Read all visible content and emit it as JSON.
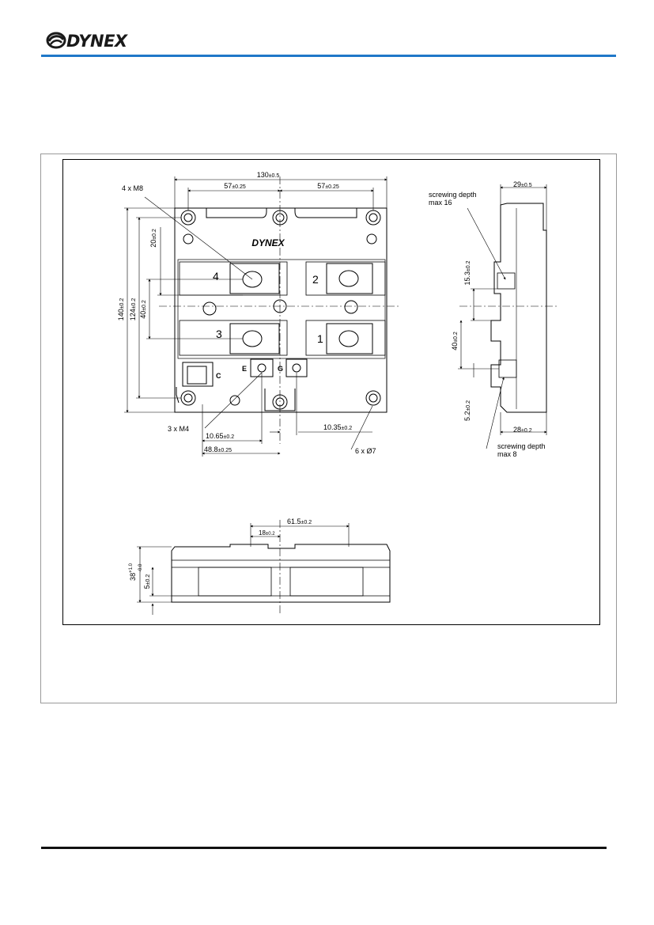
{
  "brand": {
    "name": "DYNEX",
    "accent": "#1f78c8"
  },
  "drawing": {
    "top_view": {
      "overall_width": "130",
      "overall_width_tol": "±0.5",
      "half_width_left": "57",
      "half_width_left_tol": "±0.25",
      "half_width_right": "57",
      "half_width_right_tol": "±0.25",
      "hole_label": "4 x M8",
      "height_140": "140",
      "height_140_tol": "±0.2",
      "height_124": "124",
      "height_124_tol": "±0.2",
      "dim_20": "20",
      "dim_20_tol": "±0.2",
      "dim_40": "40",
      "dim_40_tol": "±0.2",
      "terminal_1": "1",
      "terminal_2": "2",
      "terminal_3": "3",
      "terminal_4": "4",
      "aux_c": "C",
      "aux_e": "E",
      "aux_g": "G",
      "m4_label": "3 x M4",
      "dim_1065": "10.65",
      "dim_1065_tol": "±0.2",
      "dim_488": "48.8",
      "dim_488_tol": "±0.25",
      "dim_1035": "10.35",
      "dim_1035_tol": "±0.2",
      "mount_holes": "6 x Ø7",
      "logo_text": "DYNEX"
    },
    "side_view": {
      "width_29": "29",
      "width_29_tol": "±0.5",
      "screw_depth_top_1": "screwing depth",
      "screw_depth_top_2": "max 16",
      "dim_153": "15.3",
      "dim_153_tol": "±0.2",
      "dim_40": "40",
      "dim_40_tol": "±0.2",
      "dim_52": "5.2",
      "dim_52_tol": "±0.2",
      "width_28": "28",
      "width_28_tol": "±0.2",
      "screw_depth_bottom_1": "screwing depth",
      "screw_depth_bottom_2": "max 8"
    },
    "front_view": {
      "dim_615": "61.5",
      "dim_615_tol": "±0.2",
      "dim_18": "18",
      "dim_18_tol": "±0.2",
      "height_38": "38",
      "height_38_tol_up": "+1.0",
      "height_38_tol_down": "-0.0",
      "dim_5": "5",
      "dim_5_tol": "±0.2"
    }
  }
}
